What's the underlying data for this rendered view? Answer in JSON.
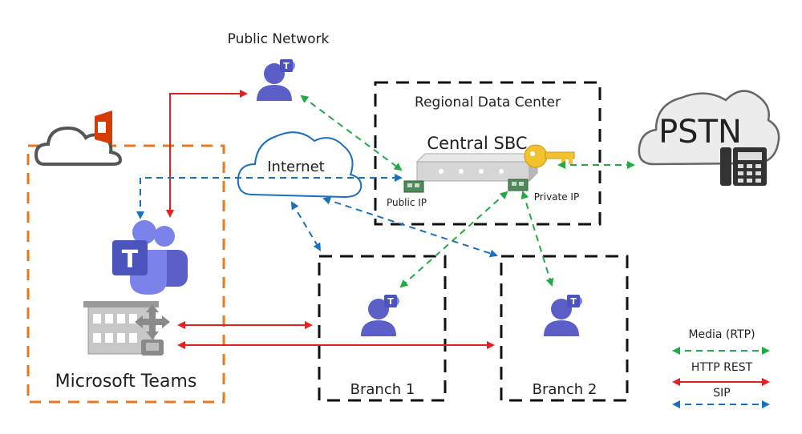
{
  "labels": {
    "public_network": "Public Network",
    "regional_dc": "Regional Data Center",
    "central_sbc": "Central SBC",
    "pstn": "PSTN",
    "internet": "Internet",
    "public_ip": "Public IP",
    "private_ip": "Private IP",
    "microsoft_teams": "Microsoft Teams",
    "branch1": "Branch 1",
    "branch2": "Branch 2"
  },
  "legend": [
    {
      "label": "Media (RTP)",
      "color": "#22aa44",
      "style": "dashed"
    },
    {
      "label": "HTTP REST",
      "color": "#e62020",
      "style": "solid"
    },
    {
      "label": "SIP",
      "color": "#1a6fc0",
      "style": "dashed"
    }
  ],
  "colors": {
    "teams_purple": "#5b5fc7",
    "office_orange": "#e86a1a",
    "office_red": "#d83b01",
    "media_green": "#22aa44",
    "rest_red": "#e62020",
    "sip_blue": "#1a6fc0",
    "key_gold": "#f2c230"
  },
  "icons": [
    "office-cloud-icon",
    "teams-logo-icon",
    "building-phone-icon",
    "user-icon",
    "sbc-device-icon",
    "key-icon",
    "nic-card-icon",
    "pstn-cloud-icon",
    "desk-phone-icon",
    "internet-cloud-icon"
  ]
}
